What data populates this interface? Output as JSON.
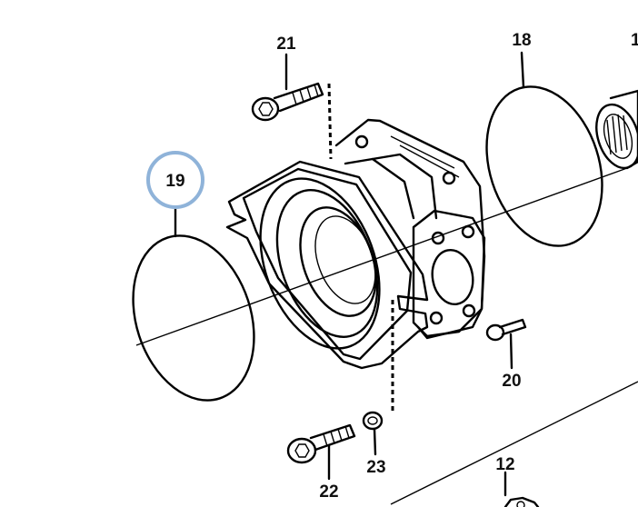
{
  "callouts": {
    "p21": "21",
    "p18": "18",
    "p1_partial": "1",
    "p19": "19",
    "p20": "20",
    "p22": "22",
    "p23": "23",
    "p12": "12"
  },
  "highlight_color": "#8fb3d9"
}
